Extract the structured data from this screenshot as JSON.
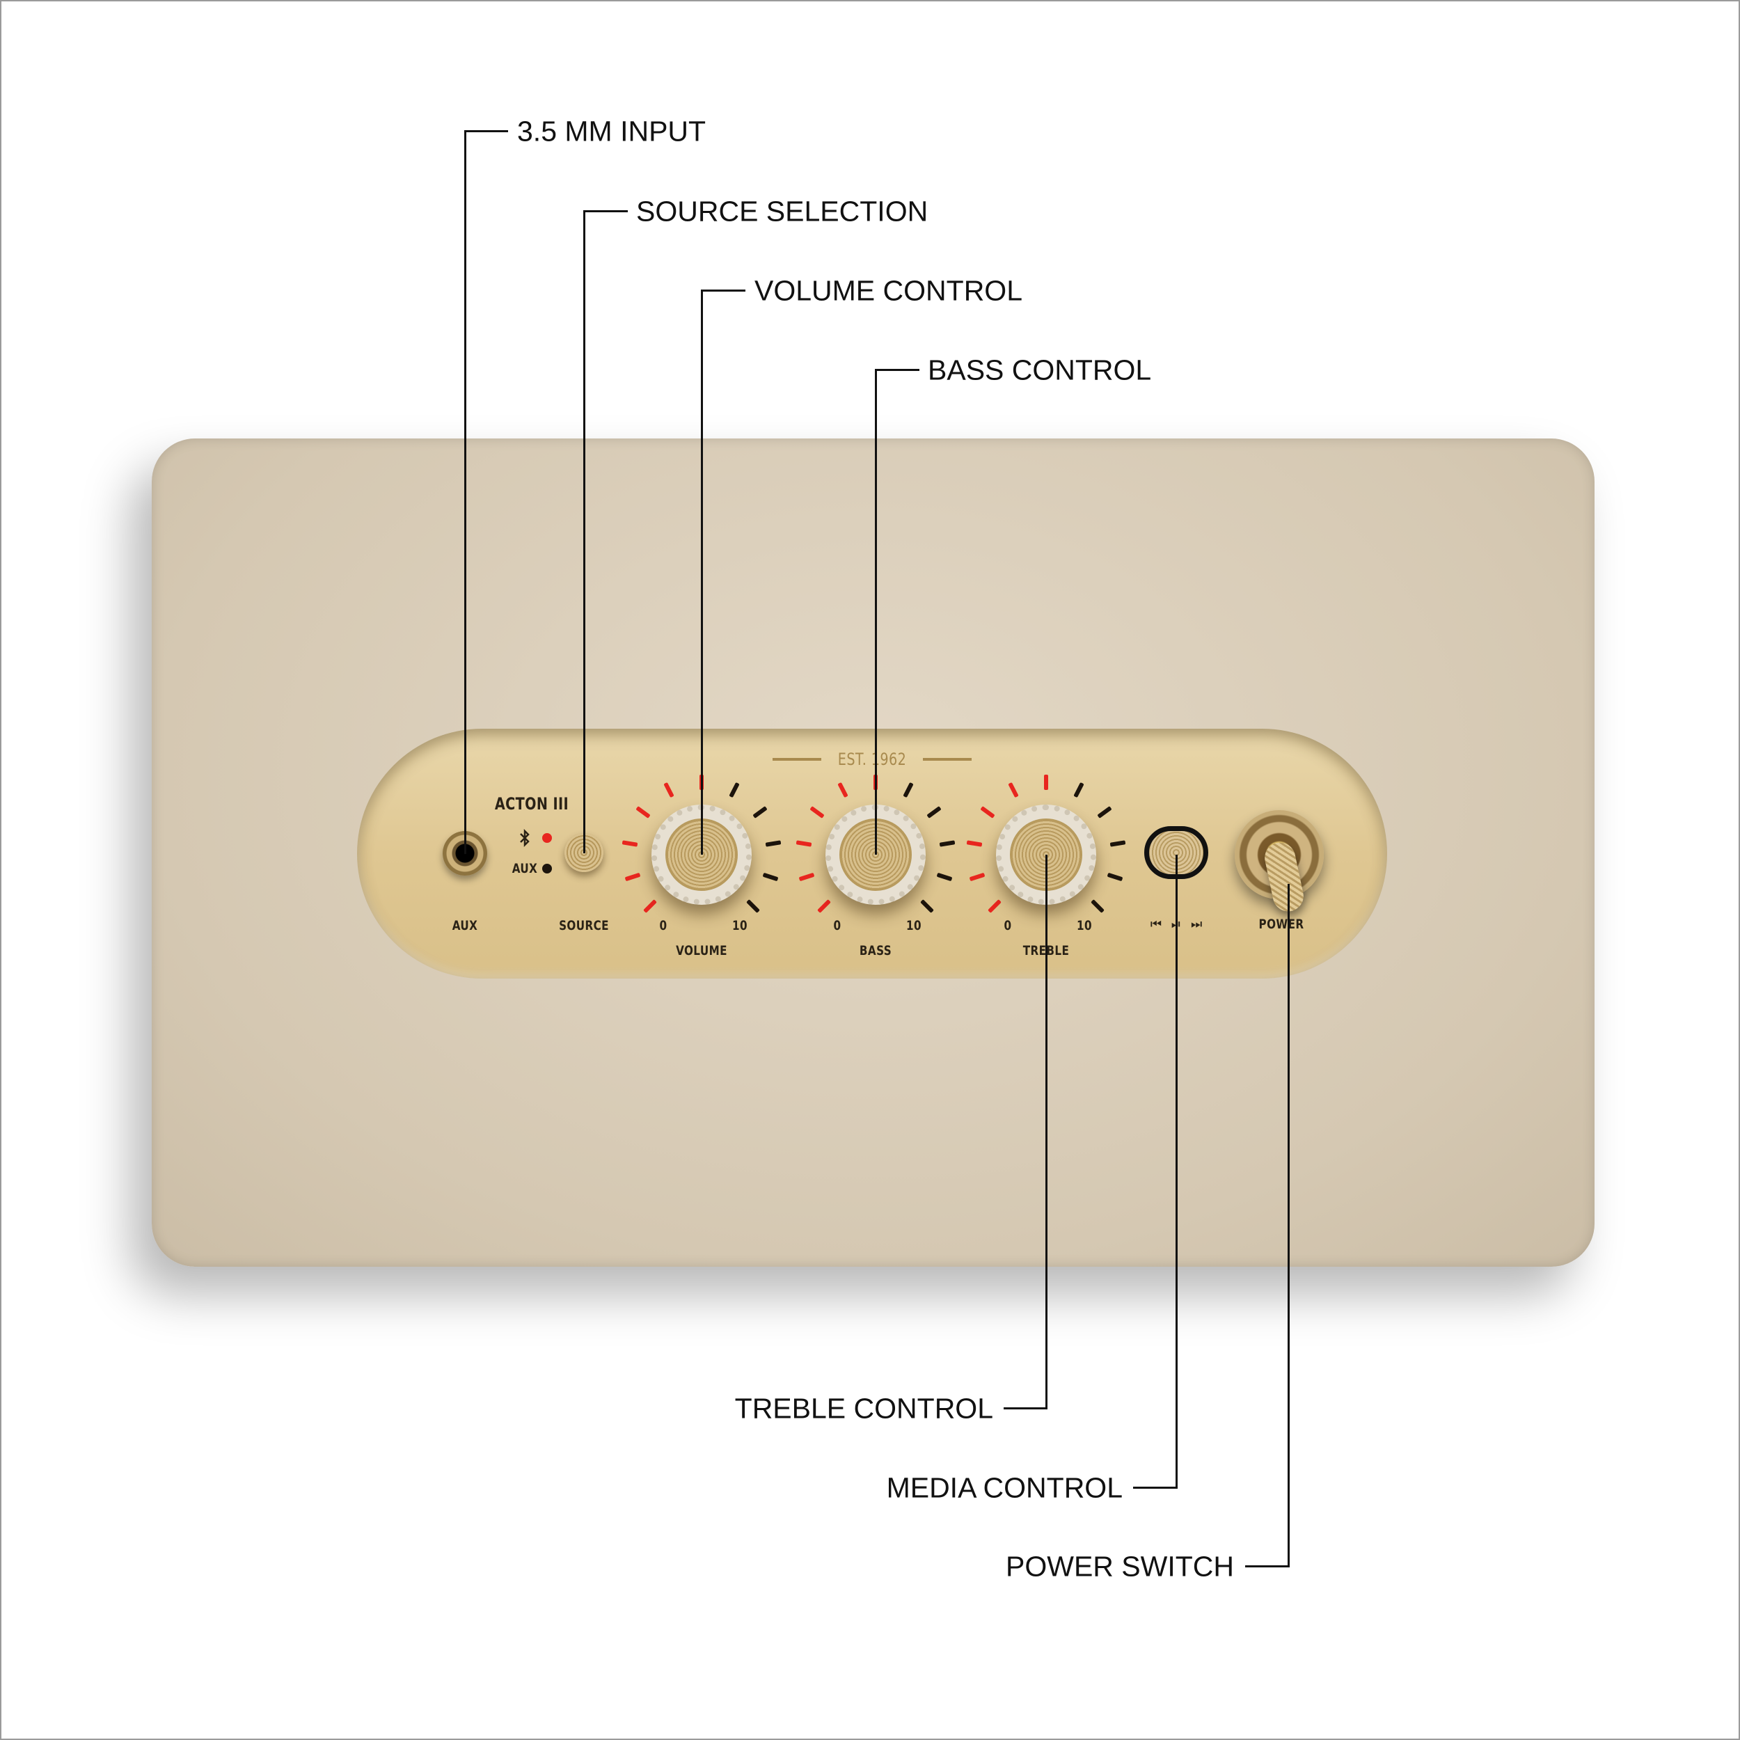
{
  "callouts": {
    "aux_input": "3.5 MM INPUT",
    "source": "SOURCE SELECTION",
    "volume": "VOLUME CONTROL",
    "bass": "BASS CONTROL",
    "treble": "TREBLE CONTROL",
    "media": "MEDIA CONTROL",
    "power": "POWER SWITCH"
  },
  "panel": {
    "est": "EST. 1962",
    "model": "ACTON III",
    "aux_label": "AUX",
    "source_label": "SOURCE",
    "aux_indicator": "AUX",
    "bluetooth_icon": "bluetooth-icon",
    "power_label": "POWER",
    "media_icons": [
      "previous-track-icon",
      "play-pause-icon",
      "next-track-icon"
    ],
    "knobs": [
      {
        "name": "VOLUME",
        "min": "0",
        "max": "10",
        "level": 5
      },
      {
        "name": "BASS",
        "min": "0",
        "max": "10",
        "level": 5
      },
      {
        "name": "TREBLE",
        "min": "0",
        "max": "10",
        "level": 5
      }
    ]
  },
  "colors": {
    "body": "#d9cdb8",
    "panel": "#dfc792",
    "tick_active": "#e8261f",
    "tick_inactive": "#1c140c",
    "indicator_bt": "#e8261f",
    "indicator_aux": "#1c140c"
  }
}
